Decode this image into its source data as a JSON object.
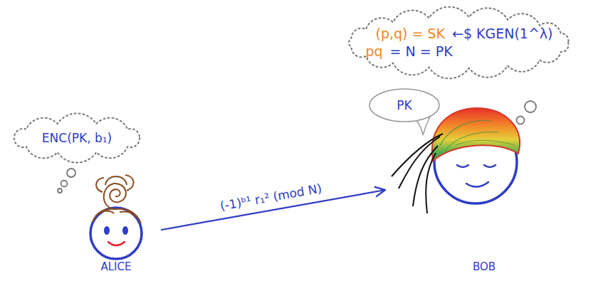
{
  "diagram": {
    "nodes": [
      {
        "text": [
          "ENC(PK, b₁)"
        ]
      },
      {
        "text": [
          "ALICE"
        ]
      },
      {
        "text": [
          "(p,q) = SK",
          "←$ KGEN(1^λ)",
          "pq",
          "= N = PK"
        ]
      },
      {
        "text": [
          "PK"
        ]
      },
      {
        "text": [
          "BOB"
        ]
      }
    ],
    "edges": [
      {
        "from": 1,
        "to": 4,
        "arrow": "to",
        "label": "(-1)ᵇ¹ r₁² (mod N)"
      }
    ]
  }
}
